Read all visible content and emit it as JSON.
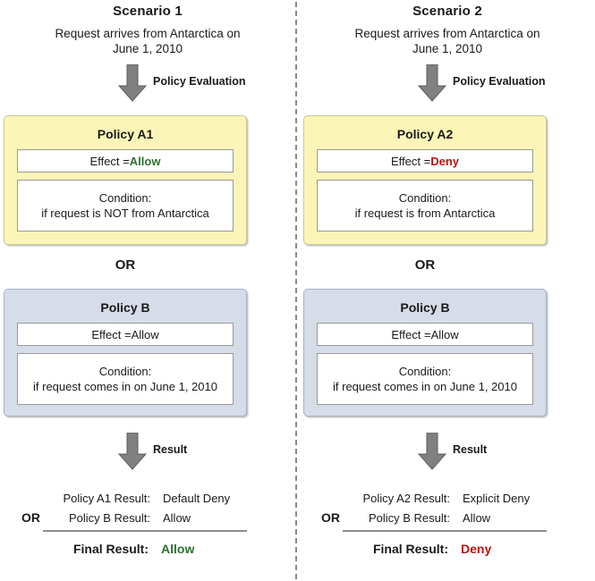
{
  "colors": {
    "allow_green": "#2e7031",
    "deny_red": "#bb1111",
    "policy_yellow": "#fbf6b7",
    "policy_blue": "#d6dce8",
    "arrow_gray": "#808080",
    "divider_gray": "#8a8a8a"
  },
  "labels": {
    "or": "OR",
    "policy_evaluation": "Policy Evaluation",
    "result": "Result",
    "final_result": "Final Result:"
  },
  "scenarios": [
    {
      "title": "Scenario 1",
      "request": "Request arrives from Antarctica on\nJune 1, 2010",
      "arrow_top_label": "Policy Evaluation",
      "policy_a": {
        "name": "Policy A1",
        "effect_prefix": "Effect = ",
        "effect_value": "Allow",
        "effect_value_style": "allow",
        "condition_line1": "Condition:",
        "condition_line2": "if request is NOT from Antarctica"
      },
      "or_middle": "OR",
      "policy_b": {
        "name": "Policy B",
        "effect_prefix": "Effect = ",
        "effect_value": "Allow",
        "effect_value_style": "plain",
        "condition_line1": "Condition:",
        "condition_line2": "if request comes in on June 1, 2010"
      },
      "arrow_bottom_label": "Result",
      "results": {
        "or": "OR",
        "row1_label": "Policy A1 Result:",
        "row1_value": "Default Deny",
        "row2_label": "Policy B Result:",
        "row2_value": "Allow",
        "final_label": "Final Result:",
        "final_value": "Allow",
        "final_style": "allow"
      }
    },
    {
      "title": "Scenario 2",
      "request": "Request arrives from Antarctica on\nJune 1, 2010",
      "arrow_top_label": "Policy Evaluation",
      "policy_a": {
        "name": "Policy A2",
        "effect_prefix": "Effect = ",
        "effect_value": "Deny",
        "effect_value_style": "deny",
        "condition_line1": "Condition:",
        "condition_line2": "if request is from Antarctica"
      },
      "or_middle": "OR",
      "policy_b": {
        "name": "Policy B",
        "effect_prefix": "Effect = ",
        "effect_value": "Allow",
        "effect_value_style": "plain",
        "condition_line1": "Condition:",
        "condition_line2": "if request comes in on June 1, 2010"
      },
      "arrow_bottom_label": "Result",
      "results": {
        "or": "OR",
        "row1_label": "Policy A2 Result:",
        "row1_value": "Explicit Deny",
        "row2_label": "Policy B Result:",
        "row2_value": "Allow",
        "final_label": "Final Result:",
        "final_value": "Deny",
        "final_style": "deny"
      }
    }
  ]
}
